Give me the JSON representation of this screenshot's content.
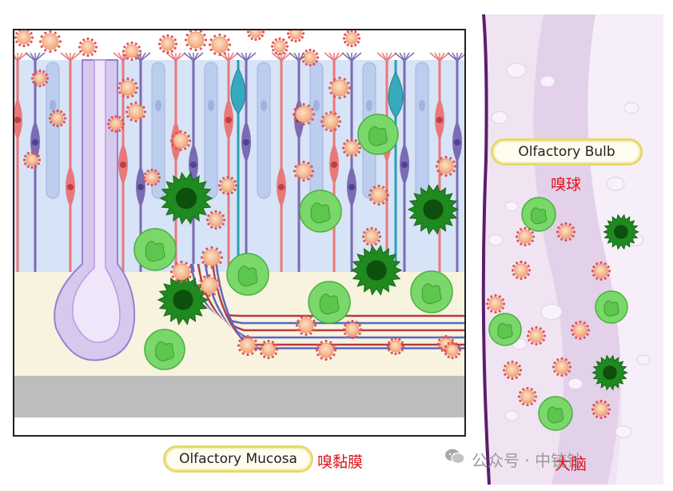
{
  "labels": {
    "olfactory_mucosa": "Olfactory Mucosa",
    "olfactory_mucosa_cn": "嗅黏膜",
    "olfactory_bulb": "Olfactory Bulb",
    "olfactory_bulb_cn": "嗅球",
    "brain_cn": "大脑"
  },
  "watermark": {
    "text": "公众号 · 中铳钞"
  },
  "colors": {
    "neuron_red": "#e9787a",
    "neuron_purple": "#7a6bb3",
    "support_blue": "#c7d6f1",
    "gland_lilac": "#d7c8ee",
    "virus_orange": "#f5b78e",
    "virus_spike": "#e25353",
    "green_cell": "#7ad86a",
    "dark_green_cell": "#1f8a1f",
    "brain_lilac": "#e8dcee",
    "label_border": "#e9d86a"
  }
}
